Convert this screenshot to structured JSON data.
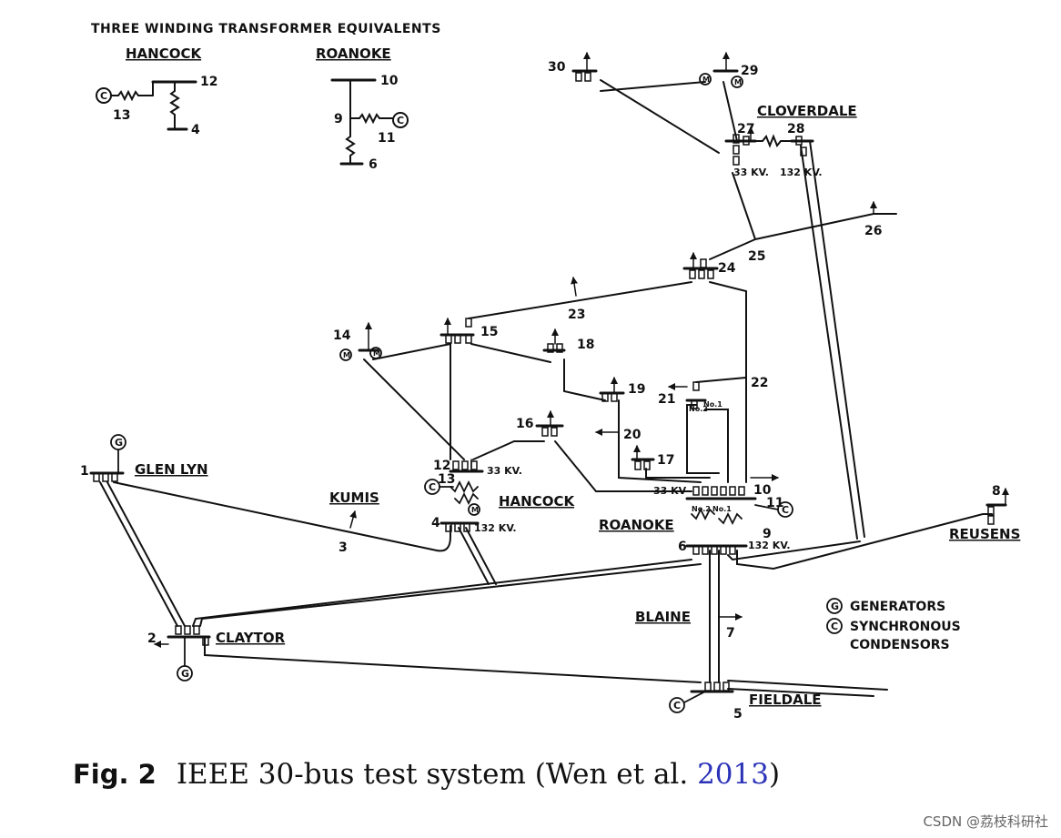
{
  "title": "THREE WINDING TRANSFORMER EQUIVALENTS",
  "equivalents": [
    {
      "name": "HANCOCK",
      "buses": [
        "12",
        "13",
        "4"
      ]
    },
    {
      "name": "ROANOKE",
      "buses": [
        "10",
        "9",
        "11",
        "6"
      ]
    }
  ],
  "stations": [
    "GLEN LYN",
    "CLAYTOR",
    "KUMIS",
    "HANCOCK",
    "ROANOKE",
    "BLAINE",
    "FIELDALE",
    "REUSENS",
    "CLOVERDALE"
  ],
  "buses": [
    "1",
    "2",
    "3",
    "4",
    "5",
    "6",
    "7",
    "8",
    "9",
    "10",
    "11",
    "12",
    "13",
    "14",
    "15",
    "16",
    "17",
    "18",
    "19",
    "20",
    "21",
    "22",
    "23",
    "24",
    "25",
    "26",
    "27",
    "28",
    "29",
    "30"
  ],
  "voltage_labels": {
    "kv33": "33 KV.",
    "kv132": "132 KV.",
    "kv33b": "33 KV",
    "kv33c": "33 KV.",
    "kv132c": "132 KV.",
    "kv132b": "132 KV."
  },
  "transformer_labels": {
    "no1": "No.1",
    "no2": "No.2",
    "no1b": "No.1",
    "no2b": "No.2"
  },
  "symbols": {
    "generator": "G",
    "condenser": "C",
    "motor": "M"
  },
  "legend": {
    "generators": "GENERATORS",
    "condensers_line1": "SYNCHRONOUS",
    "condensers_line2": "CONDENSORS"
  },
  "caption": {
    "fig": "Fig. 2",
    "text": "IEEE 30-bus test system (Wen et al. ",
    "cite": "2013",
    "close": ")"
  },
  "watermark": "CSDN @荔枝科研社",
  "colors": {
    "ink": "#111111",
    "citation": "#2a32b8"
  }
}
